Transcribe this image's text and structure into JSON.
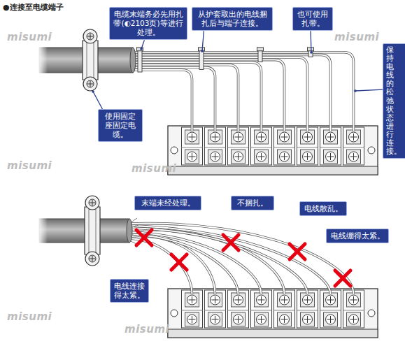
{
  "diagram": {
    "title": "●连接至电缆端子",
    "nodes": [
      {
        "text": [
          "电缆末端务必先用扎带(◐2103页)等进行处理。"
        ]
      },
      {
        "text": [
          "从护套取出的电线捆扎后与端子连接。"
        ]
      },
      {
        "text": [
          "也可使用扎带。"
        ]
      },
      {
        "text": [
          "保持电线的松弛状态进行连接。"
        ]
      },
      {
        "text": [
          "使用固定座固定电缆。"
        ]
      },
      {
        "text": [
          "末端未经处理。"
        ]
      },
      {
        "text": [
          "不捆扎。"
        ]
      },
      {
        "text": [
          "电线散乱。"
        ]
      },
      {
        "text": [
          "电线绷得太紧。"
        ]
      },
      {
        "text": [
          "电线连接得太紧。"
        ]
      }
    ],
    "edges": [],
    "labels": [
      "misumi",
      "misumi",
      "misumi",
      "misumi",
      "misumi",
      "misumi"
    ]
  }
}
